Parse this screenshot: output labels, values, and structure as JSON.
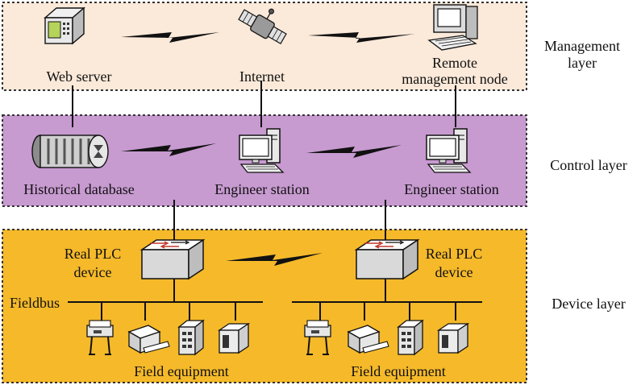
{
  "layers": {
    "management": {
      "label_line1": "Management",
      "label_line2": "layer",
      "fill": "#fbe9d9",
      "nodes": {
        "web_server": "Web server",
        "internet": "Internet",
        "remote_line1": "Remote",
        "remote_line2": "management node"
      }
    },
    "control": {
      "label": "Control layer",
      "fill": "#c79ad0",
      "nodes": {
        "historical_database": "Historical database",
        "engineer_station_1": "Engineer station",
        "engineer_station_2": "Engineer station"
      }
    },
    "device": {
      "label": "Device layer",
      "fill": "#f5b92a",
      "nodes": {
        "plc_1_line1": "Real PLC",
        "plc_1_line2": "device",
        "plc_2_line1": "Real PLC",
        "plc_2_line2": "device",
        "fieldbus": "Fieldbus",
        "field_equipment_1": "Field equipment",
        "field_equipment_2": "Field equipment"
      }
    }
  },
  "colors": {
    "link_black": "#111111",
    "border": "#333333"
  }
}
